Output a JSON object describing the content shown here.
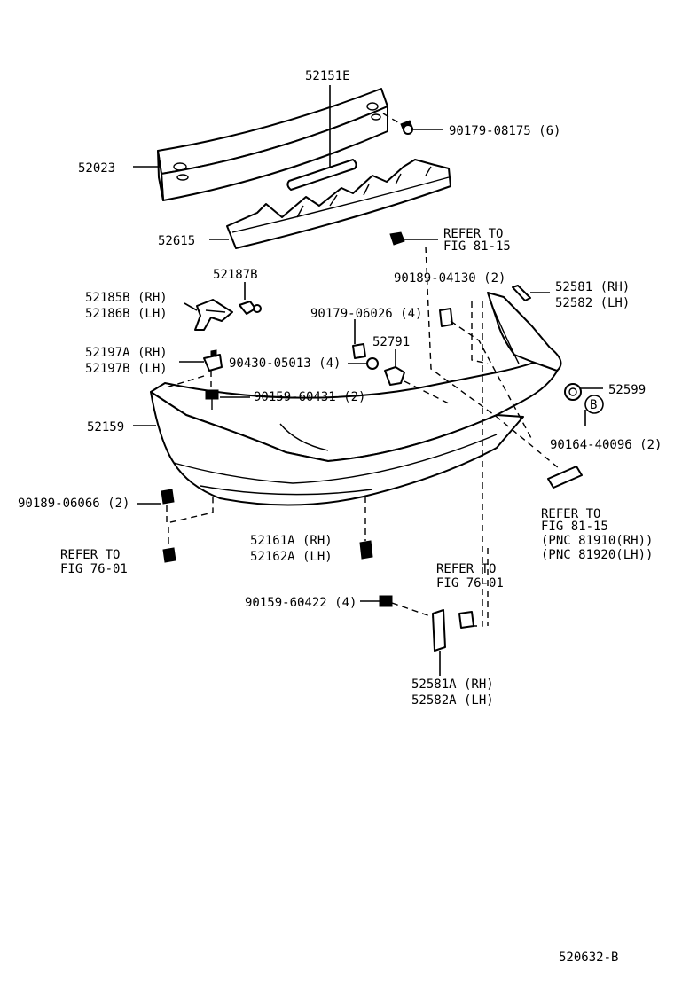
{
  "labels": {
    "l1": "52151E",
    "l2": "90179-08175 (6)",
    "l3": "52023",
    "l4": "52615",
    "l5a": "REFER TO",
    "l5b": "FIG 81-15",
    "l6": "90189-04130 (2)",
    "l7": "52187B",
    "l8": "52185B (RH)",
    "l9": "52186B (LH)",
    "l10": "52581 (RH)",
    "l11": "52582 (LH)",
    "l12": "90179-06026 (4)",
    "l13": "52791",
    "l14": "52197A (RH)",
    "l15": "52197B (LH)",
    "l16": "90430-05013 (4)",
    "l17": "52599",
    "l18": "90159-60431 (2)",
    "l19": "B",
    "l20": "52159",
    "l21": "90164-40096 (2)",
    "l22": "90189-06066 (2)",
    "l23a": "REFER TO",
    "l23b": "FIG 81-15",
    "l23c": "(PNC 81910(RH))",
    "l23d": "(PNC 81920(LH))",
    "l24": "52161A (RH)",
    "l25": "52162A (LH)",
    "l26a": "REFER TO",
    "l26b": "FIG 76-01",
    "l27a": "REFER TO",
    "l27b": "FIG 76-01",
    "l28": "90159-60422 (4)",
    "l29": "52581A (RH)",
    "l30": "52582A (LH)",
    "l31": "520632-B"
  }
}
